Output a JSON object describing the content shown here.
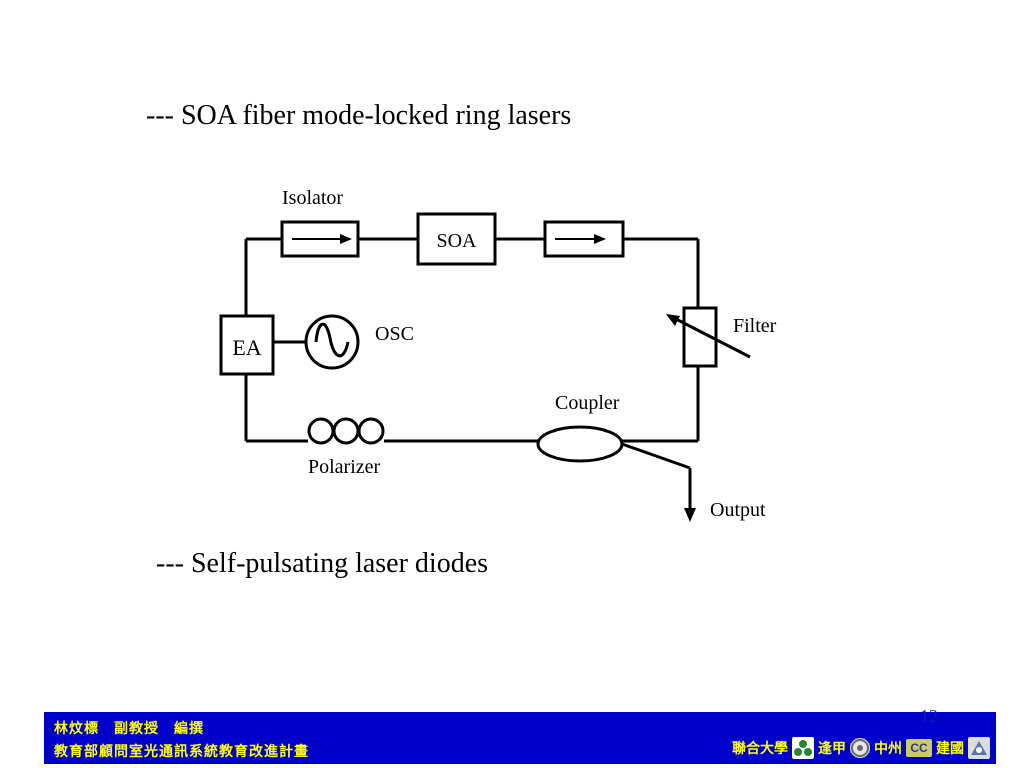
{
  "headings": {
    "soa": "--- SOA fiber mode-locked ring lasers",
    "self_pulsating": "--- Self-pulsating laser diodes"
  },
  "diagram": {
    "isolator": "Isolator",
    "soa": "SOA",
    "ea": "EA",
    "osc": "OSC",
    "filter": "Filter",
    "coupler": "Coupler",
    "polarizer": "Polarizer",
    "output": "Output"
  },
  "footer": {
    "line1": "林炆標　副教授　編撰",
    "line2": "教育部顧問室光通訊系統教育改進計畫",
    "page_number": "12",
    "partners": {
      "union": "聯合大學",
      "fengchia": "逢甲",
      "chungchou": "中州",
      "cc": "CC",
      "chienkuo": "建國"
    }
  }
}
